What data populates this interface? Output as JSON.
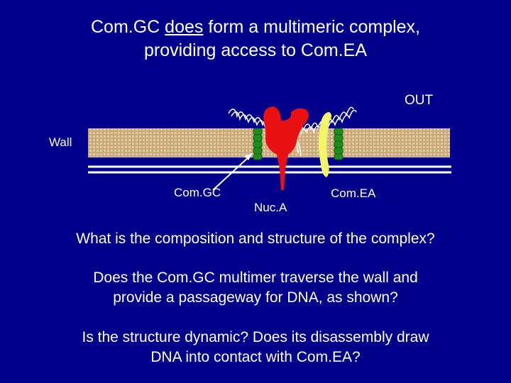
{
  "title": {
    "line1_pre": "Com.GC ",
    "line1_underlined": "does",
    "line1_post": " form a multimeric complex,",
    "line2": "providing access to Com.EA"
  },
  "diagram": {
    "out_label": "OUT",
    "wall_label": "Wall",
    "comgc_label": "Com.GC",
    "nuca_label": "Nuc.A",
    "comea_label": "Com.EA",
    "colors": {
      "background": "#00008b",
      "wall_fill": "#d2b48c",
      "membrane": "#ffffff",
      "comgc": "#1e8f1e",
      "nuca": "#e81010",
      "comea": "#f5f56a",
      "dna": "#ffffff"
    }
  },
  "questions": {
    "q1": "What is the composition and structure of the complex?",
    "q2_line1": "Does the Com.GC multimer traverse the wall and",
    "q2_line2": "provide a passageway for DNA, as shown?",
    "q3_line1": "Is the structure dynamic? Does its disassembly draw",
    "q3_line2": "DNA into contact with Com.EA?"
  }
}
